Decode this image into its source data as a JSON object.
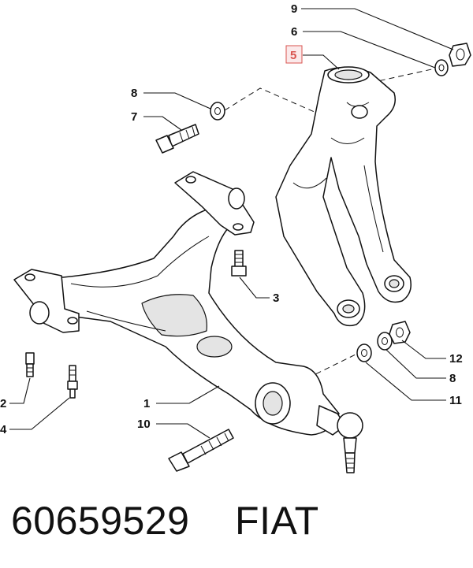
{
  "callouts": {
    "c9": "9",
    "c6": "6",
    "c5": "5",
    "c8a": "8",
    "c7": "7",
    "c3": "3",
    "c2": "2",
    "c4": "4",
    "c1": "1",
    "c10": "10",
    "c12": "12",
    "c8b": "8",
    "c11": "11"
  },
  "caption": {
    "part_number": "60659529",
    "brand": "FIAT"
  },
  "colors": {
    "highlight": "#d9534f",
    "line": "#111111"
  }
}
